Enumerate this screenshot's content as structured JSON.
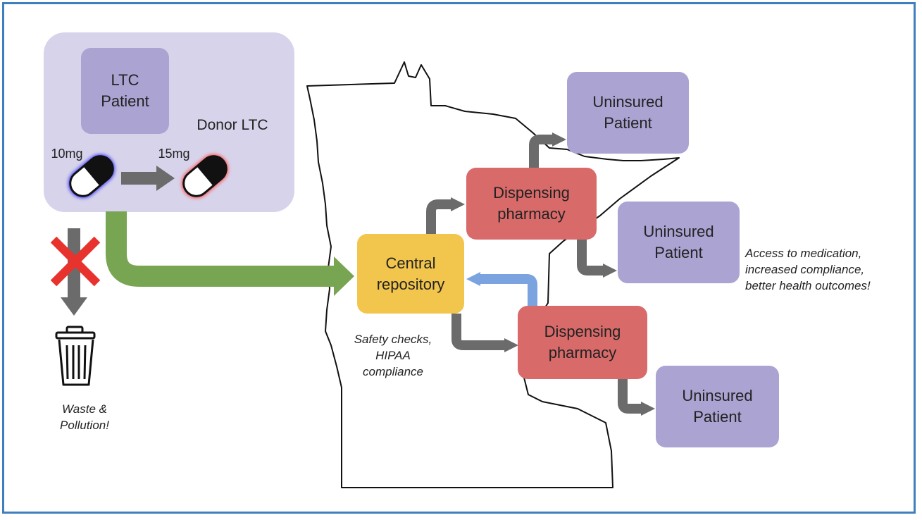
{
  "donor": {
    "patient_label": "LTC\nPatient",
    "group_label": "Donor LTC",
    "dose_before": "10mg",
    "dose_after": "15mg"
  },
  "waste": {
    "label": "Waste &\nPollution!"
  },
  "central": {
    "label": "Central\nrepository",
    "note": "Safety checks,\nHIPAA\ncompliance"
  },
  "pharmacies": [
    {
      "label": "Dispensing\npharmacy"
    },
    {
      "label": "Dispensing\npharmacy"
    }
  ],
  "patients": [
    {
      "label": "Uninsured\nPatient"
    },
    {
      "label": "Uninsured\nPatient"
    },
    {
      "label": "Uninsured\nPatient"
    }
  ],
  "outcome": {
    "label": "Access to medication,\nincreased compliance,\nbetter health outcomes!"
  },
  "colors": {
    "border": "#3f7fbf",
    "donor_bg": "#d7d3ea",
    "patient_box": "#aba3d2",
    "central_box": "#f2c54d",
    "pharmacy_box": "#d96a6a",
    "gray_arrow": "#6b6b6b",
    "green_arrow": "#78a552",
    "blue_arrow": "#7aa3e0",
    "red_cross": "#e8322d"
  }
}
